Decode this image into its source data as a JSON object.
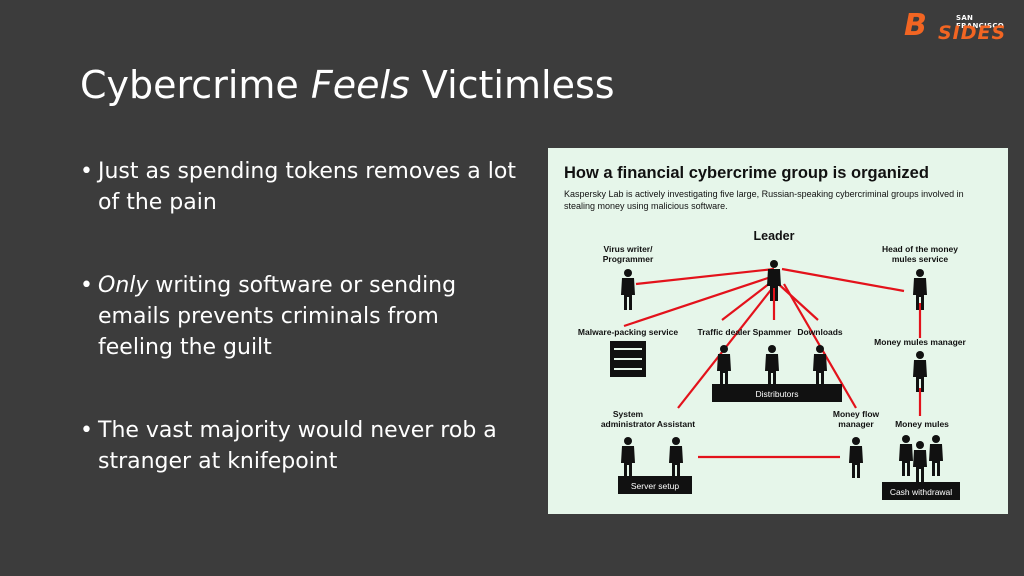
{
  "slide": {
    "title_start": "Cybercrime ",
    "title_emphasis": "Feels",
    "title_end": " Victimless",
    "bullets": [
      {
        "emphasis": "",
        "text": "Just as spending tokens removes a lot of the pain"
      },
      {
        "emphasis": "Only",
        "text": " writing software or sending emails prevents criminals from feeling the guilt"
      },
      {
        "emphasis": "",
        "text": "The vast majority would never rob a stranger at knifepoint"
      }
    ],
    "bullet_glyph": "•"
  },
  "logo": {
    "mark": "B",
    "city": "SAN FRANCISCO",
    "word": "SIDES",
    "color": "#f26522"
  },
  "diagram": {
    "title": "How a financial cybercrime group is organized",
    "subtitle_line1": "Kaspersky Lab is actively investigating five large, Russian-speaking cybercriminal groups involved in",
    "subtitle_line2": "stealing money using malicious software.",
    "roles": {
      "leader": "Leader",
      "virus_writer_1": "Virus writer/",
      "virus_writer_2": "Programmer",
      "head_mules_1": "Head of the money",
      "head_mules_2": "mules service",
      "malware_packing": "Malware-packing service",
      "traffic_dealer": "Traffic dealer",
      "spammer": "Spammer",
      "downloads": "Downloads",
      "mules_manager": "Money mules manager",
      "sysadmin_1": "System",
      "sysadmin_2": "administrator",
      "assistant": "Assistant",
      "money_flow_1": "Money flow",
      "money_flow_2": "manager",
      "money_mules": "Money mules"
    },
    "groups": {
      "distributors": "Distributors",
      "server_setup": "Server setup",
      "cash_withdrawal": "Cash withdrawal"
    },
    "colors": {
      "background": "#e6f6ea",
      "connector": "#e3121b",
      "figure": "#111111"
    }
  }
}
